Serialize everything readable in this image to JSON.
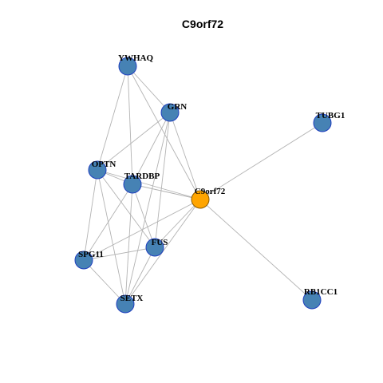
{
  "title": "C9orf72",
  "colors": {
    "node_default": "#4682b4",
    "node_default_stroke": "#1f3fbf",
    "node_center": "#ffa500",
    "node_center_stroke": "#8b5a00",
    "edge": "#b3b3b3"
  },
  "nodes": [
    {
      "id": "C9orf72",
      "label": "C9orf72",
      "center": true
    },
    {
      "id": "YWHAQ",
      "label": "YWHAQ"
    },
    {
      "id": "GRN",
      "label": "GRN"
    },
    {
      "id": "TUBG1",
      "label": "TUBG1"
    },
    {
      "id": "OPTN",
      "label": "OPTN"
    },
    {
      "id": "TARDBP",
      "label": "TARDBP"
    },
    {
      "id": "SPG11",
      "label": "SPG11"
    },
    {
      "id": "FUS",
      "label": "FUS"
    },
    {
      "id": "SETX",
      "label": "SETX"
    },
    {
      "id": "RB1CC1",
      "label": "RB1CC1"
    }
  ],
  "edges": [
    [
      "YWHAQ",
      "GRN"
    ],
    [
      "YWHAQ",
      "OPTN"
    ],
    [
      "YWHAQ",
      "TARDBP"
    ],
    [
      "YWHAQ",
      "C9orf72"
    ],
    [
      "GRN",
      "OPTN"
    ],
    [
      "GRN",
      "TARDBP"
    ],
    [
      "GRN",
      "C9orf72"
    ],
    [
      "GRN",
      "FUS"
    ],
    [
      "GRN",
      "SETX"
    ],
    [
      "OPTN",
      "TARDBP"
    ],
    [
      "OPTN",
      "C9orf72"
    ],
    [
      "OPTN",
      "SPG11"
    ],
    [
      "OPTN",
      "FUS"
    ],
    [
      "OPTN",
      "SETX"
    ],
    [
      "TARDBP",
      "C9orf72"
    ],
    [
      "TARDBP",
      "SPG11"
    ],
    [
      "TARDBP",
      "FUS"
    ],
    [
      "TARDBP",
      "SETX"
    ],
    [
      "C9orf72",
      "TUBG1"
    ],
    [
      "C9orf72",
      "RB1CC1"
    ],
    [
      "C9orf72",
      "FUS"
    ],
    [
      "C9orf72",
      "SPG11"
    ],
    [
      "C9orf72",
      "SETX"
    ],
    [
      "SPG11",
      "FUS"
    ],
    [
      "SPG11",
      "SETX"
    ],
    [
      "FUS",
      "SETX"
    ]
  ]
}
